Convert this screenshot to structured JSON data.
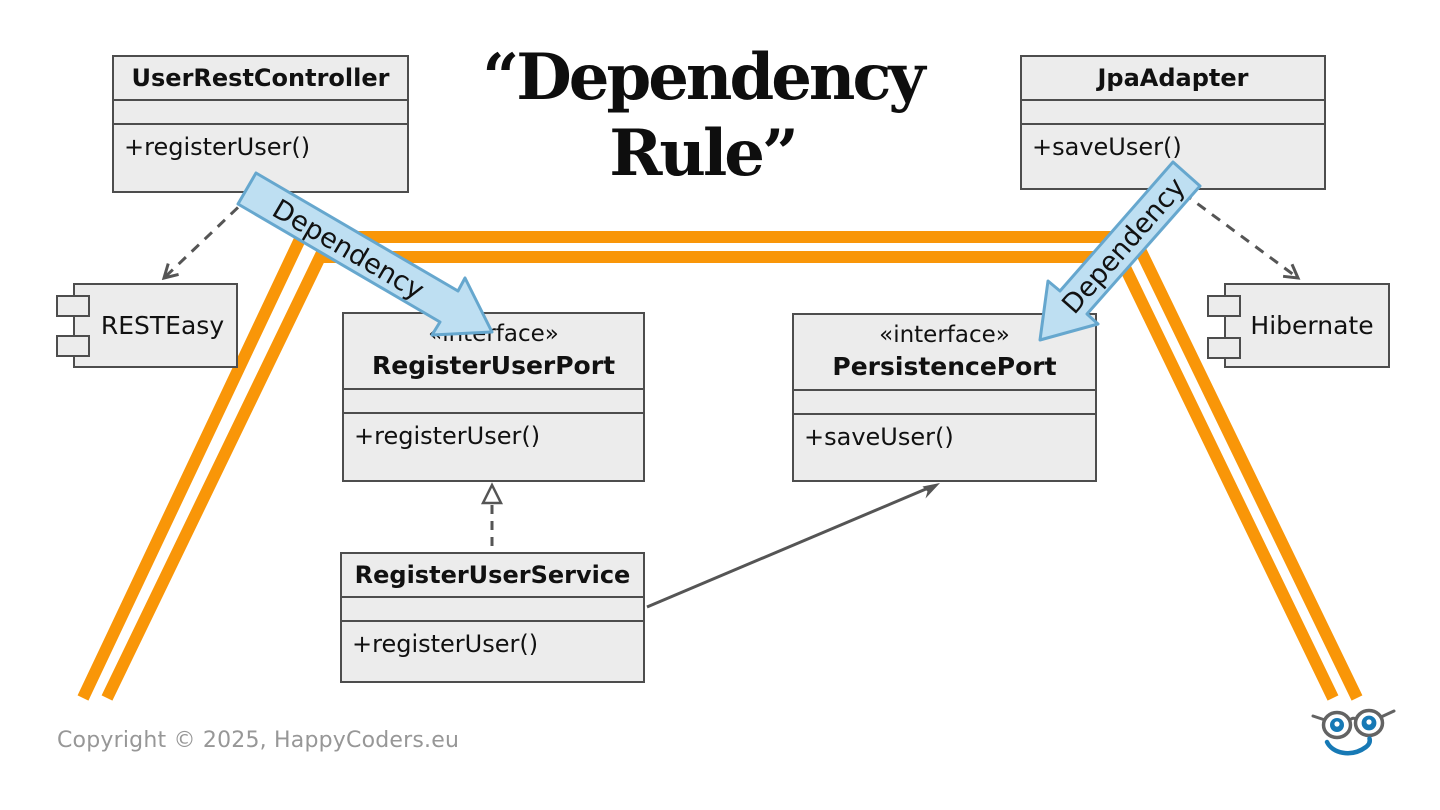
{
  "title": {
    "line1": "“Dependency",
    "line2": "Rule”"
  },
  "diagram": {
    "classes": {
      "user_rest_controller": {
        "name": "UserRestController",
        "method": "+registerUser()"
      },
      "jpa_adapter": {
        "name": "JpaAdapter",
        "method": "+saveUser()"
      },
      "register_user_port": {
        "stereotype": "«interface»",
        "name": "RegisterUserPort",
        "method": "+registerUser()"
      },
      "persistence_port": {
        "stereotype": "«interface»",
        "name": "PersistencePort",
        "method": "+saveUser()"
      },
      "register_user_service": {
        "name": "RegisterUserService",
        "method": "+registerUser()"
      }
    },
    "components": {
      "resteasy": {
        "name": "RESTEasy"
      },
      "hibernate": {
        "name": "Hibernate"
      }
    },
    "arrows": {
      "dependency_label": "Dependency"
    }
  },
  "footer": {
    "copyright": "Copyright © 2025, HappyCoders.eu"
  },
  "colors": {
    "boundary_orange": "#F99608",
    "dependency_arrow_fill": "#BEDFF2",
    "dependency_arrow_stroke": "#66A7CE",
    "box_fill": "#ECECEC",
    "box_border": "#4D4D4D",
    "connector_gray": "#555555",
    "copyright_gray": "#979797",
    "logo_blue": "#1779B5",
    "logo_gray": "#636363"
  }
}
